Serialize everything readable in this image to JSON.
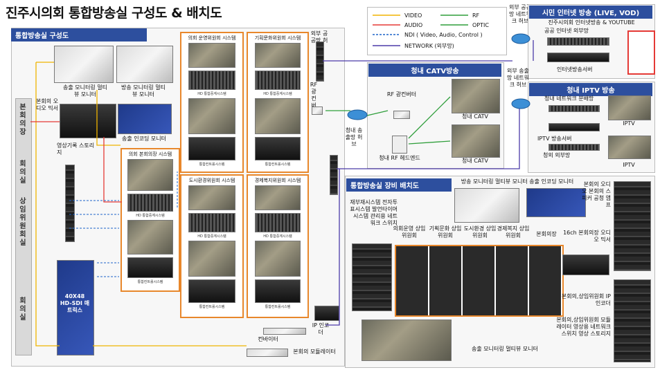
{
  "title": "진주시의회 통합방송실 구성도 & 배치도",
  "left_panel": {
    "header": "통합방송실 구성도",
    "side_labels": [
      "본회의장",
      "회의실",
      "상임위원회실",
      "회의실"
    ],
    "audio_mixer": "본회의 오디오 믹서",
    "output_monitor": "송출 모니터링 멀티뷰 모니터",
    "broadcast_monitor": "방송 모니터링 멀티뷰 모니터",
    "encoding_monitor": "송출 인코딩 모니터",
    "video_storage": "영상기록 스토리지",
    "matrix": "40X48 HD-SDI 매트릭스",
    "converter": "컨바이터",
    "modulator": "본회의 모듈레이터",
    "ip_encoder": "IP 인코더",
    "rf_converter_vertical": "RF 광 컨버터",
    "external_hub": "외부 공공망 허브"
  },
  "systems": [
    {
      "title": "의회 운영위원회 시스템",
      "sub1": "HD 통합중계시스템",
      "sub2": "통합컨트롤시스템"
    },
    {
      "title": "기획문화위원회 시스템",
      "sub1": "HD 통합중계시스템",
      "sub2": "통합컨트롤시스템"
    },
    {
      "title": "의회 본회의장 시스템",
      "sub1": "HD 통합중계시스템",
      "sub2": "통합컨트롤시스템"
    },
    {
      "title": "도시환경위원회 시스템",
      "sub1": "HD 통합중계시스템",
      "sub2": "통합컨트롤시스템"
    },
    {
      "title": "경제복지위원회 시스템",
      "sub1": "HD 통합중계시스템",
      "sub2": "통합컨트롤시스템"
    }
  ],
  "legend": [
    {
      "label": "VIDEO",
      "color": "#f0b400",
      "style": "solid"
    },
    {
      "label": "AUDIO",
      "color": "#e53935",
      "style": "solid"
    },
    {
      "label": "NDI ( Video, Audio, Control )",
      "color": "#1e63c8",
      "style": "dashed"
    },
    {
      "label": "NETWORK (외부망)",
      "color": "#4b3aa8",
      "style": "solid"
    },
    {
      "label": "RF",
      "color": "#2e9e3a",
      "style": "solid"
    },
    {
      "label": "OPTIC",
      "color": "#2e9e3a",
      "style": "solid"
    }
  ],
  "external_network_hub_top": "외부 공공망 네트워크 허브",
  "citizen_panel": {
    "header": "시민 인터넷 방송 (LIVE, VOD)",
    "line1": "진주시의회 인터넷방송 & YOUTUBE",
    "line2": "공공 인터넷 외부망",
    "line3": "인터넷방송서버"
  },
  "catv_panel": {
    "header": "청내 CATV방송",
    "rf_converter": "RF 광컨버터",
    "catv1": "청내 CATV",
    "catv2": "청내 CATV",
    "rf_headend": "청내 RF 헤드엔드",
    "hub": "청내 송출망 허브"
  },
  "external_output_hub": "외부 송출망 네트워크 허브",
  "iptv_panel": {
    "header": "청내 IPTV 방송",
    "splitter": "청내 네트워크 분배망",
    "iptv1": "IPTV",
    "server": "IPTV 방송서버",
    "external_net": "청외 외부망",
    "iptv2": "IPTV"
  },
  "equipment_panel": {
    "header": "통합방송실 장비 배치도",
    "top_monitors": "방송 모니터링 멀티뷰 모니터 송출 인코딩 모니터",
    "left_list": "재부재시스템 전자투표시스템 발언타이머 시스템 관리용 네트워크 스위치",
    "cols": [
      "의회운영 상임위원회",
      "기획문화 상임위원회",
      "도시환경 상임위원회",
      "경제복지 상임위원회",
      "본회의장"
    ],
    "right1": "본회의 오디오 본회의 스피커 공청 앰프",
    "right2": "16ch 본회의장 오디오 믹서",
    "right3": "본회의,상임위원회 IP 인코더",
    "right4": "본회의,상임위원회 모듈레이터 영상용 네트워크 스위치 영상 스토리지",
    "bottom_monitor": "송출 모니터링 멀티뷰 모니터"
  }
}
